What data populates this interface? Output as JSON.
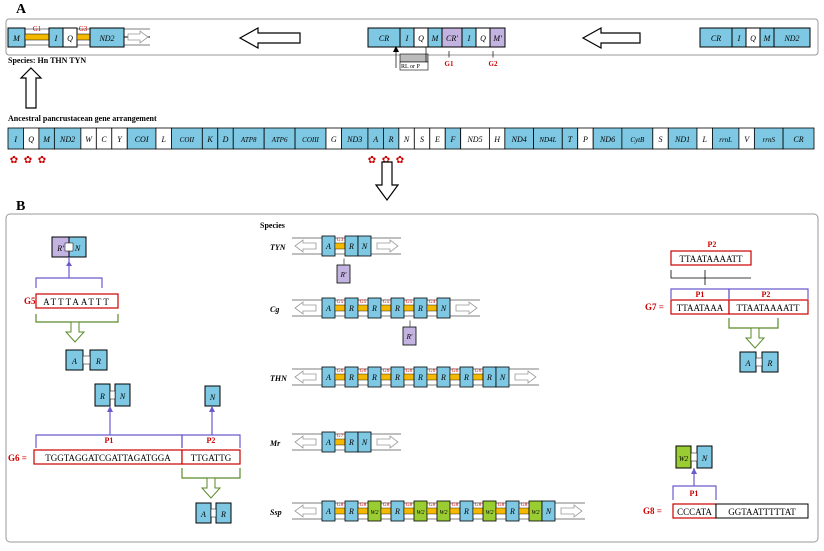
{
  "panelA": {
    "label": "A",
    "top_left": {
      "genes": [
        "M",
        "I",
        "Q",
        "ND2"
      ],
      "labels": [
        "G1",
        "G3"
      ]
    },
    "top_middle": {
      "genes": [
        "CR",
        "I",
        "Q",
        "M",
        "CR'",
        "I",
        "Q",
        "M'"
      ],
      "rl_label": "RL or P",
      "g1": "G1",
      "g2": "G2"
    },
    "top_right": {
      "genes": [
        "CR",
        "I",
        "Q",
        "M",
        "ND2"
      ]
    },
    "species_line": "Species: Hn THN TYN",
    "ancestral_title": "Ancestral pancrustacean gene arrangement",
    "ancestral_genes": [
      "I",
      "Q",
      "M",
      "ND2",
      "W",
      "C",
      "Y",
      "COI",
      "L",
      "COII",
      "K",
      "D",
      "ATP8",
      "ATP6",
      "COIII",
      "G",
      "ND3",
      "A",
      "R",
      "N",
      "S",
      "E",
      "F",
      "ND5",
      "H",
      "ND4",
      "ND4L",
      "T",
      "P",
      "ND6",
      "CytB",
      "S",
      "ND1",
      "L",
      "rrnL",
      "V",
      "rrnS",
      "CR"
    ]
  },
  "panelB": {
    "label": "B",
    "species_header": "Species",
    "species": [
      "TYN",
      "Cg",
      "THN",
      "Mr",
      "Ssp"
    ],
    "g5_label": "G5 =",
    "g5_seq": "ATTTAATTT",
    "g6_label": "G6 =",
    "g6_seq_p1": "TGGTAGGATCGATTAGATGGA",
    "g6_seq_p2": "TTGATTG",
    "g6_p1": "P1",
    "g6_p2": "P2",
    "g7_label": "G7 =",
    "g7_top": "TTAATAAAATT",
    "g7_seq_p1": "TTAATAAA",
    "g7_seq_p2": "TTAATAAAATT",
    "g7_p1": "P1",
    "g7_p2": "P2",
    "g7_p2_top": "P2",
    "g8_label": "G8 =",
    "g8_seq_p1": "CCCATA",
    "g8_seq_rest": "GGTAATTTTTAT",
    "g8_p1": "P1",
    "gene_A": "A",
    "gene_R": "R",
    "gene_N": "N",
    "gene_Rp": "R'",
    "gene_W2": "W2"
  }
}
